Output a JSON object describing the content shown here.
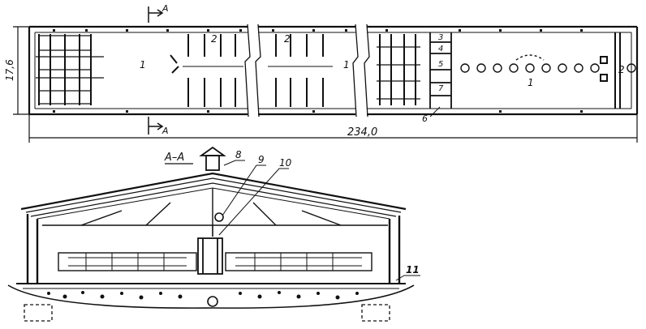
{
  "plan": {
    "section_marker": "A",
    "height_dim": "17,6",
    "length_dim": "234,0",
    "zone_labels": [
      "1",
      "2",
      "2",
      "1",
      "1",
      "2"
    ],
    "room_labels": [
      "3",
      "4",
      "5",
      "7"
    ],
    "callout_6": "6"
  },
  "section": {
    "title": "A–A",
    "callouts": [
      "8",
      "9",
      "10",
      "11"
    ]
  },
  "colors": {
    "ink": "#111111",
    "background": "#ffffff"
  }
}
